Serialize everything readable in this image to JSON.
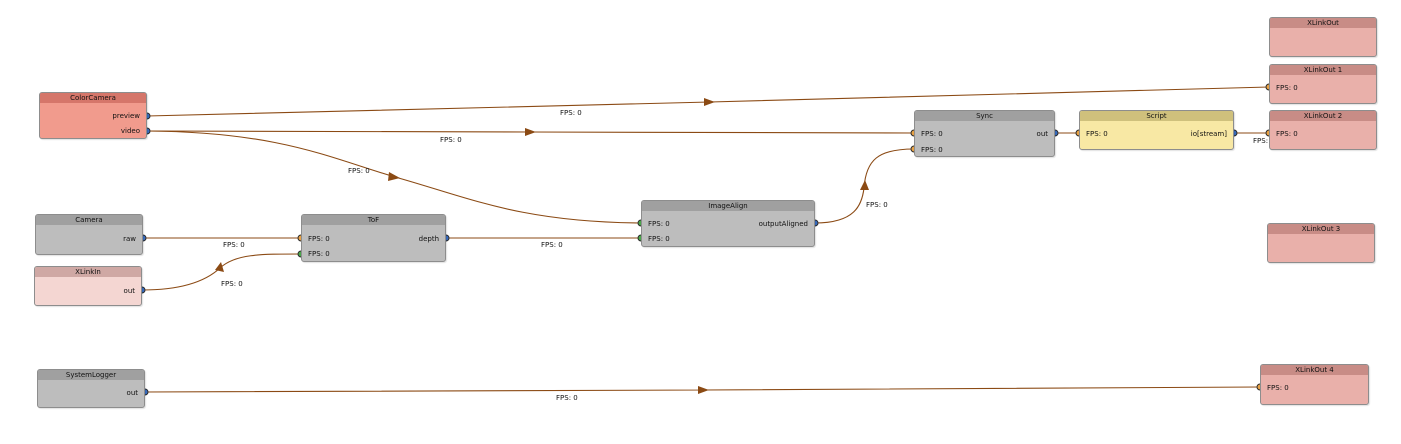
{
  "colors": {
    "edge": "#8b4a14",
    "port_out": "#3a6fc4",
    "port_in": "#e8a245",
    "port_in_green": "#4aa84a"
  },
  "nodes": {
    "color_camera": {
      "title": "ColorCamera",
      "out_preview": "preview",
      "out_video": "video"
    },
    "camera": {
      "title": "Camera",
      "out_raw": "raw"
    },
    "xlinkin": {
      "title": "XLinkIn",
      "out": "out"
    },
    "tof": {
      "title": "ToF",
      "in_1": "FPS: 0",
      "in_2": "FPS: 0",
      "out_depth": "depth"
    },
    "image_align": {
      "title": "ImageAlign",
      "in_1": "FPS: 0",
      "in_2": "FPS: 0",
      "out": "outputAligned"
    },
    "sync": {
      "title": "Sync",
      "in_1": "FPS: 0",
      "in_2": "FPS: 0",
      "out": "out"
    },
    "script": {
      "title": "Script",
      "in_1": "FPS: 0",
      "out": "io[stream]"
    },
    "system_logger": {
      "title": "SystemLogger",
      "out": "out"
    },
    "xlinkout": {
      "title": "XLinkOut"
    },
    "xlinkout_1": {
      "title": "XLinkOut 1",
      "in_1": "FPS: 0"
    },
    "xlinkout_2": {
      "title": "XLinkOut 2",
      "in_1": "FPS: 0"
    },
    "xlinkout_3": {
      "title": "XLinkOut 3"
    },
    "xlinkout_4": {
      "title": "XLinkOut 4",
      "in_1": "FPS: 0"
    }
  },
  "edge_labels": {
    "preview_to_xlinkout1": "FPS: 0",
    "video_to_sync": "FPS: 0",
    "video_to_imagealign": "FPS: 0",
    "camera_raw_to_tof": "FPS: 0",
    "xlinkin_to_tof": "FPS: 0",
    "tof_to_imagealign": "FPS: 0",
    "imagealign_to_sync": "FPS: 0",
    "script_to_xlinkout2": "FPS:",
    "logger_to_xlinkout4": "FPS: 0"
  }
}
